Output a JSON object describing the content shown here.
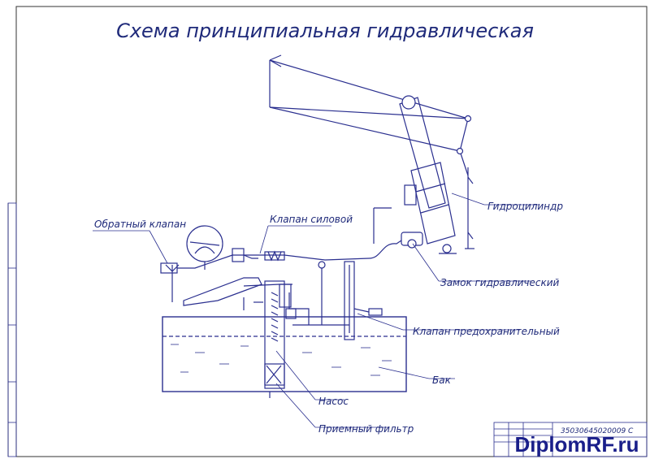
{
  "title": "Схема принципиальная гидравлическая",
  "labels": {
    "hydrocylinder": "Гидроцилиндр",
    "check_valve": "Обратный клапан",
    "power_valve": "Клапан силовой",
    "hydraulic_lock": "Замок гидравлический",
    "safety_valve": "Клапан предохранительный",
    "tank": "Бак",
    "pump": "Насос",
    "intake_filter": "Приемный фильтр"
  },
  "stamp": {
    "doc_code": "35030645020009 С"
  },
  "watermark": "DiplomRF.ru",
  "colors": {
    "line": "#2a2f8f",
    "fluid": "#2a2f8f",
    "watermark_main": "#1a1f8a",
    "watermark_accent": "#d42020"
  }
}
